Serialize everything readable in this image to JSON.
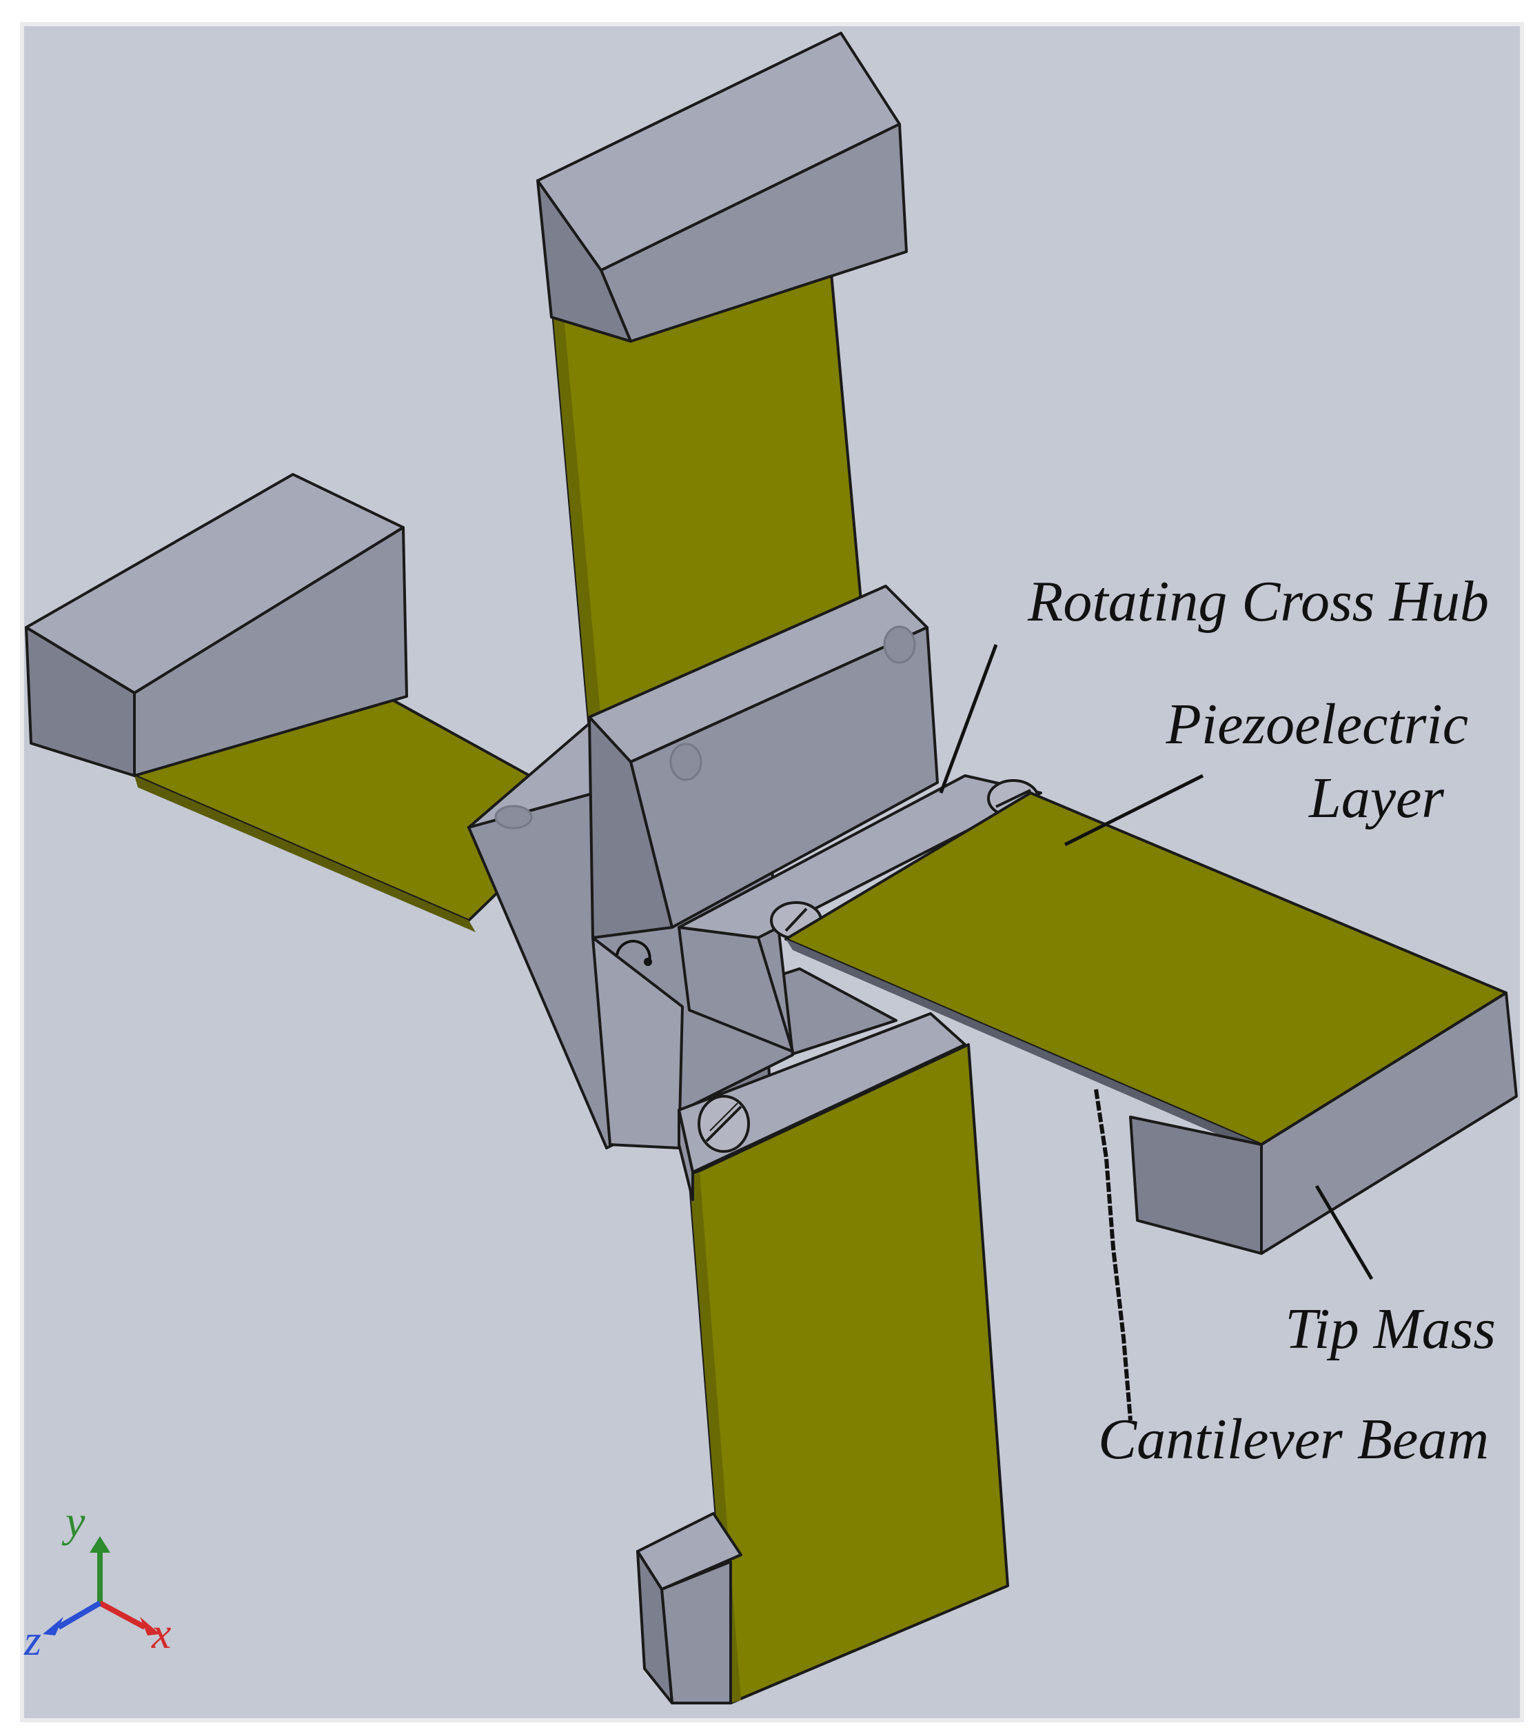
{
  "labels": {
    "hub": "Rotating Cross Hub",
    "piezo_line1": "Piezoelectric",
    "piezo_line2": "Layer",
    "tip_mass": "Tip Mass",
    "beam": "Cantilever Beam"
  },
  "axes": {
    "y": "y",
    "x": "x",
    "z": "z"
  },
  "colors": {
    "background": "#c5c9d4",
    "piezo": "#7f7f00",
    "metal_top": "#a6a9b7",
    "metal_front": "#8f92a1",
    "metal_side": "#7c7f8d",
    "axis_y": "#2e8b2e",
    "axis_x": "#d42a2a",
    "axis_z": "#2a4fd4"
  }
}
